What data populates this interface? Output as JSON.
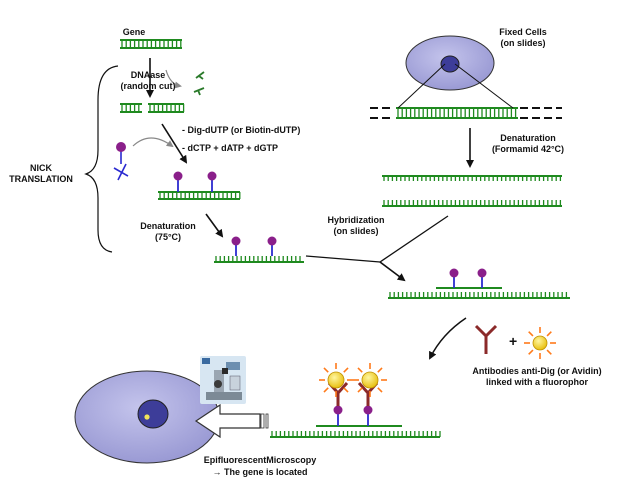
{
  "labels": {
    "gene": "Gene",
    "dnaase": "DNAase",
    "random_cut": "(random cut)",
    "nick": "NICK",
    "translation": "TRANSLATION",
    "dig_dutp": "- Dig-dUTP (or Biotin-dUTP)",
    "dctp": "- dCTP + dATP + dGTP",
    "denat_left": "Denaturation",
    "temp_left": "(75°C)",
    "fixed_cells": "Fixed Cells",
    "on_slides_top": "(on slides)",
    "denat_right": "Denaturation",
    "formamid": "(Formamid 42°C)",
    "hybridization": "Hybridization",
    "on_slides_mid": "(on slides)",
    "antibodies_1": "Antibodies anti-Dig (or Avidin)",
    "antibodies_2": "linked with a fluorophor",
    "plus": "+",
    "epi_1": "EpifluorescentMicroscopy",
    "epi_2": "→ The gene is located"
  },
  "colors": {
    "dna": "#1f8a1f",
    "probe_head": "#8a1f8a",
    "probe_stem": "#2a2ad0",
    "antibody": "#8b2a2a",
    "fluor": "#f2d21a",
    "fluor_rays": "#ff7a1a",
    "cell": "#a9a9dd",
    "nucleus": "#3d3d99",
    "arrow": "#111111"
  },
  "icons": [
    "microscope-icon",
    "hollow-arrow-icon",
    "fluorophore-icon",
    "antibody-icon"
  ]
}
